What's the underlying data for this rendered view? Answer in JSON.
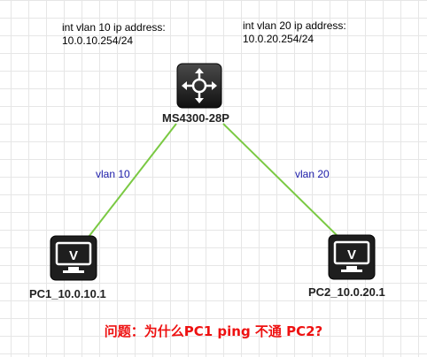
{
  "annotations": {
    "vlan10_line1": "int vlan 10 ip address:",
    "vlan10_line2": "10.0.10.254/24",
    "vlan20_line1": "int vlan 20 ip address:",
    "vlan20_line2": "10.0.20.254/24"
  },
  "nodes": {
    "switch": {
      "label": "MS4300-28P",
      "icon": "layer3-switch-icon"
    },
    "pc1": {
      "label": "PC1_10.0.10.1",
      "icon": "pc-monitor-icon",
      "screen_glyph": "V"
    },
    "pc2": {
      "label": "PC2_10.0.20.1",
      "icon": "pc-monitor-icon",
      "screen_glyph": "V"
    }
  },
  "links": [
    {
      "from": "switch",
      "to": "pc1",
      "label": "vlan 10"
    },
    {
      "from": "switch",
      "to": "pc2",
      "label": "vlan 20"
    }
  ],
  "question": "问题：为什么PC1 ping 不通 PC2?",
  "colors": {
    "link": "#7ac943",
    "vlan_label": "#1a1aa8",
    "question": "#ee1111",
    "device_body": "#1e1e1e"
  }
}
